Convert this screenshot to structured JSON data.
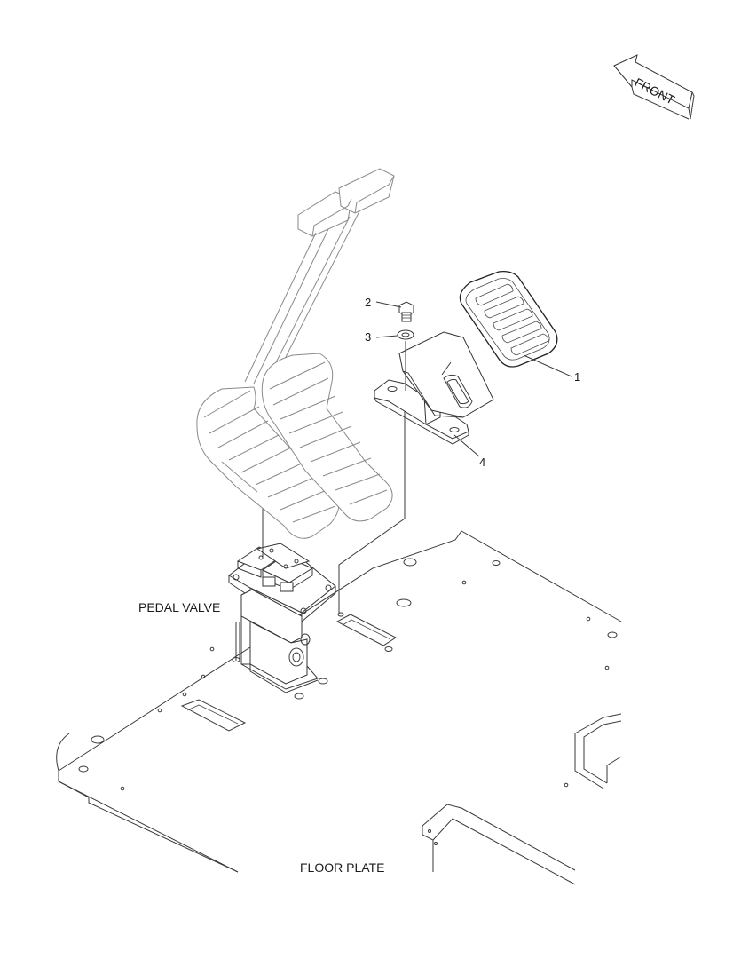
{
  "labels": {
    "front": "FRONT",
    "pedal_valve": "PEDAL VALVE",
    "floor_plate": "FLOOR PLATE"
  },
  "callouts": [
    {
      "number": "1",
      "part": "pedal pad"
    },
    {
      "number": "2",
      "part": "bolt"
    },
    {
      "number": "3",
      "part": "washer"
    },
    {
      "number": "4",
      "part": "pedal bracket"
    }
  ]
}
